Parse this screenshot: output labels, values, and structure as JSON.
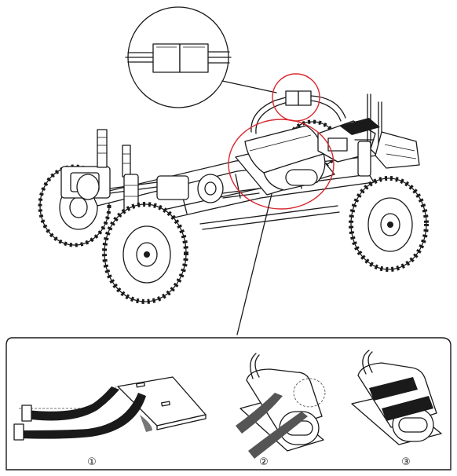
{
  "steps": [
    {
      "label": "①"
    },
    {
      "label": "②"
    },
    {
      "label": "③"
    }
  ],
  "colors": {
    "line": "#1a1a1a",
    "highlight": "#d9282f",
    "background": "#ffffff"
  },
  "icons": {
    "connector": "plug-connector-icon",
    "battery": "battery-pack-icon",
    "strap": "velcro-strap-icon"
  }
}
